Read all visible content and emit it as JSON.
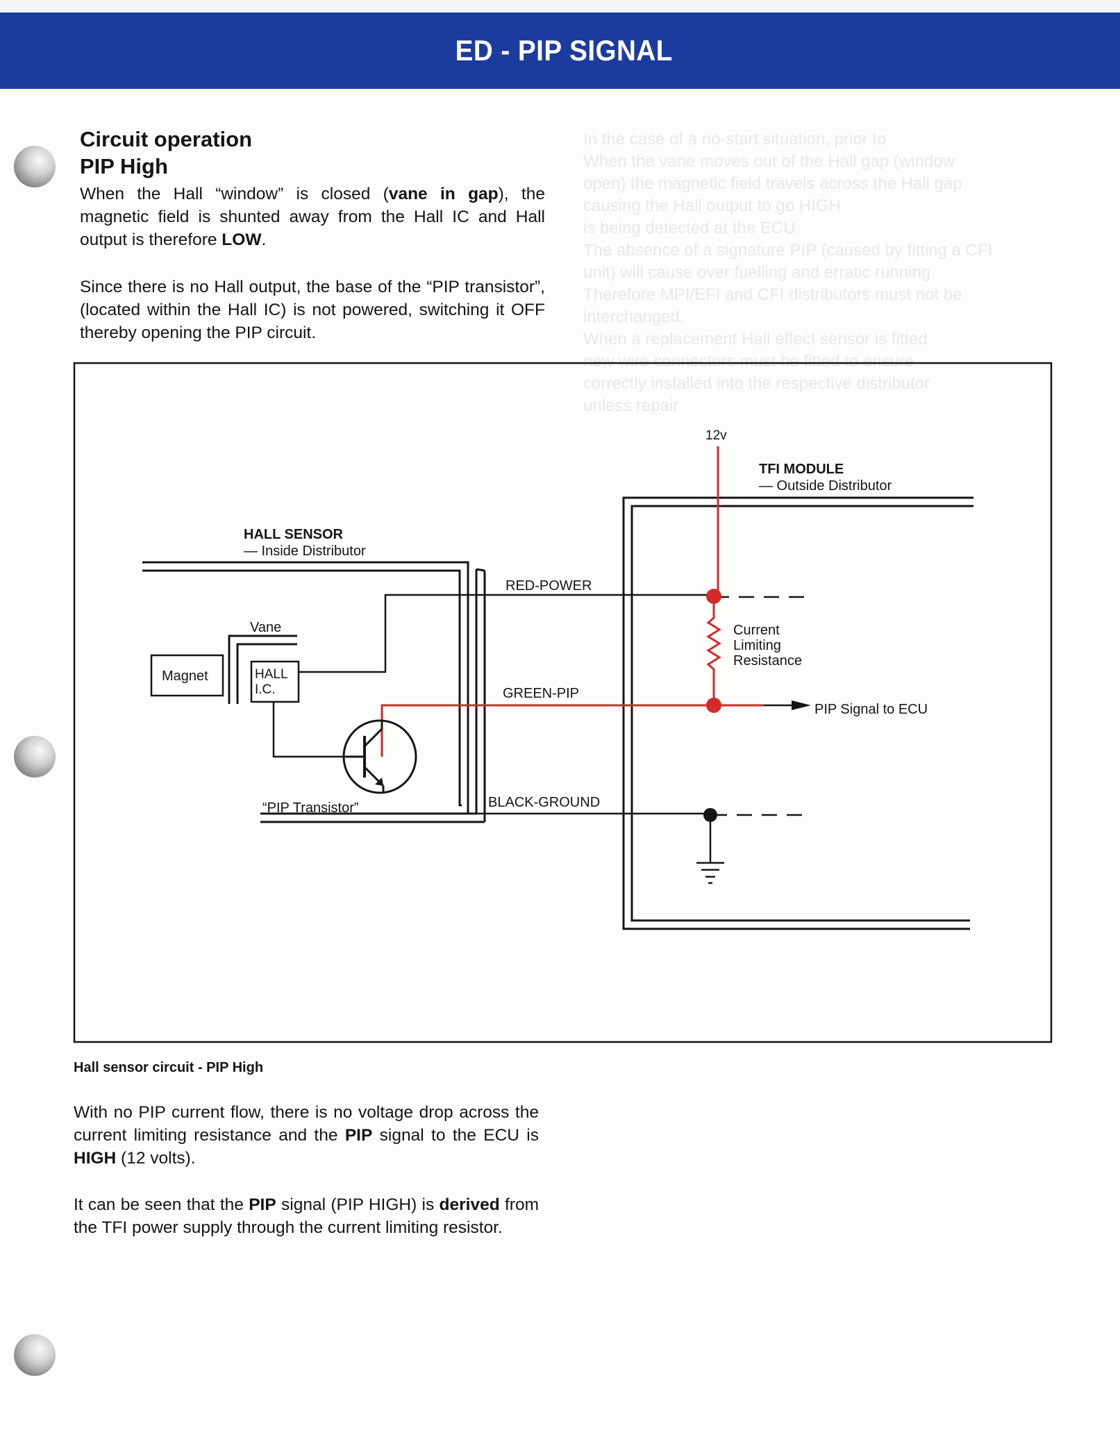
{
  "header": {
    "title": "ED - PIP SIGNAL"
  },
  "left_column": {
    "heading_line1": "Circuit operation",
    "heading_line2": "PIP High",
    "para1": {
      "t1": "When the Hall “window” is closed (",
      "b1": "vane in gap",
      "t2": "), the magnetic field is shunted away from the Hall IC and Hall output is therefore ",
      "b2": "LOW",
      "t3": "."
    },
    "para2": "Since there is no Hall output, the base of the “PIP transistor”, (located within the Hall IC) is not powered, switching it OFF thereby opening the PIP circuit."
  },
  "diagram": {
    "tfi_module_title": "TFI MODULE",
    "tfi_module_sub": "— Outside Distributor",
    "hall_sensor_title": "HALL SENSOR",
    "hall_sensor_sub": "— Inside Distributor",
    "supply_label": "12v",
    "red_power": "RED-POWER",
    "green_pip": "GREEN-PIP",
    "black_ground": "BLACK-GROUND",
    "vane": "Vane",
    "magnet": "Magnet",
    "hall_ic_line1": "HALL",
    "hall_ic_line2": "I.C.",
    "resistance_line1": "Current",
    "resistance_line2": "Limiting",
    "resistance_line3": "Resistance",
    "pip_to_ecu": "PIP Signal to ECU",
    "pip_transistor": "“PIP Transistor”",
    "wire_red_color": "#d42a2a",
    "wire_black_color": "#151515"
  },
  "caption": "Hall sensor circuit - PIP High",
  "bottom": {
    "para1": {
      "t1": "With no PIP current flow, there is no voltage drop across the current limiting resistance and the ",
      "b1": "PIP",
      "t2": " signal to the ECU is ",
      "b2": "HIGH",
      "t3": " (12 volts)."
    },
    "para2": {
      "t1": "It can be seen that the ",
      "b1": "PIP",
      "t2": " signal (PIP HIGH) is ",
      "b2": "derived",
      "t3": " from the TFI power supply through the current limiting resistor."
    }
  },
  "bleed_through": [
    "In the case of a no-start situation, prior to",
    "When the vane moves out of the Hall gap (window",
    "open) the magnetic field travels across the Hall gap",
    "causing the Hall output to go HIGH",
    "is being detected at the ECU.",
    "The absence of a signature PIP (caused by fitting a CFI",
    "unit) will cause over fuelling and erratic running.",
    "Therefore MPI/EFI and CFI distributors must not be",
    "interchanged.",
    "When a replacement Hall effect sensor is fitted",
    "new wire connectors must be fitted to ensure",
    "correctly installed into the respective distributor",
    "unless repair"
  ]
}
